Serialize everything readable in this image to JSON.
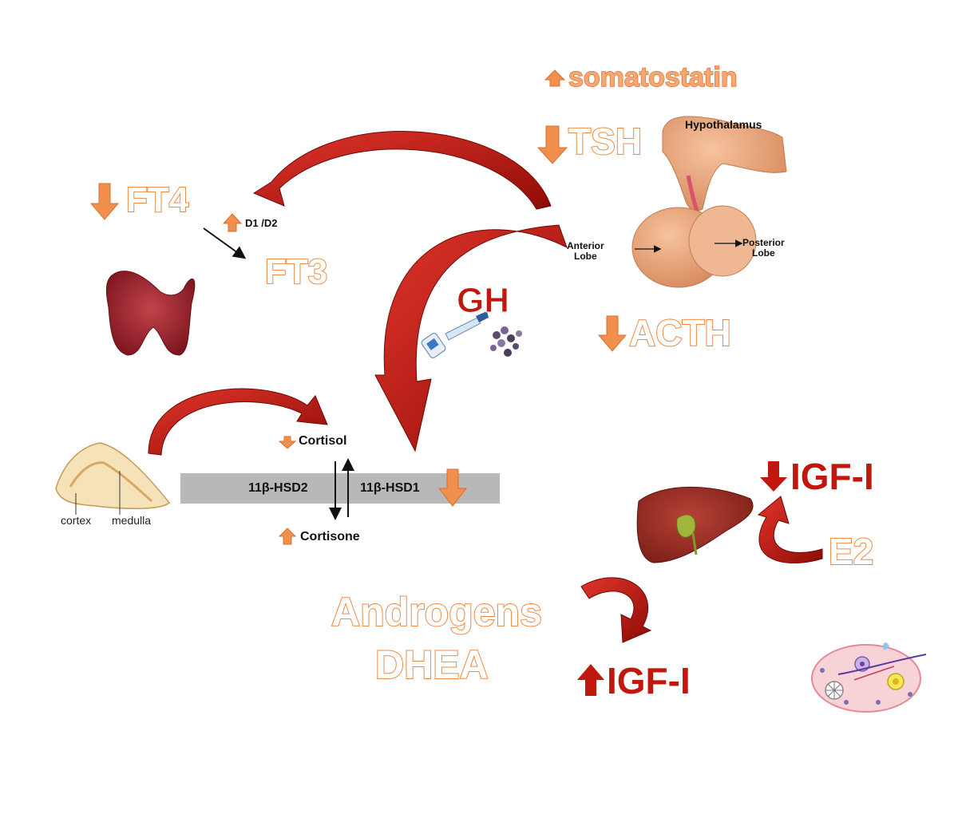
{
  "pituitary": {
    "hypothalamus": "Hypothalamus",
    "anterior_lobe": "Anterior\nLobe",
    "posterior_lobe": "Posterior\nLobe"
  },
  "hormones": {
    "somatostatin": "somatostatin",
    "tsh": "TSH",
    "ft4": "FT4",
    "ft3": "FT3",
    "deiodinase": "D1 /D2",
    "gh": "GH",
    "acth": "ACTH",
    "cortisol": "Cortisol",
    "cortisone": "Cortisone",
    "hsd2": "11β-HSD2",
    "hsd1": "11β-HSD1",
    "igf1_top": "IGF-I",
    "igf1_bottom": "IGF-I",
    "e2": "E2",
    "androgens": "Androgens",
    "dhea": "DHEA"
  },
  "adrenal": {
    "cortex": "cortex",
    "medulla": "medulla"
  },
  "colors": {
    "orange_arrow": "#f0904c",
    "dark_red_arrow": "#b5120c",
    "red_text": "#c0170f",
    "bar_gray": "#b8b8b8"
  }
}
